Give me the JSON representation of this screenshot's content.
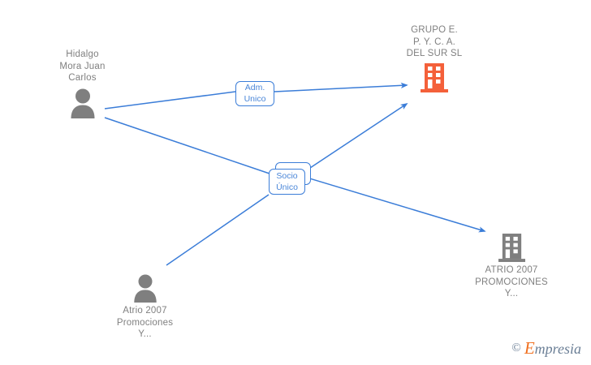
{
  "diagram": {
    "title_company": "GRUPO E.\nP. Y. C. A.\nDEL SUR SL",
    "nodes": [
      {
        "id": "person-hidalgo",
        "label": "Hidalgo\nMora Juan\nCarlos",
        "icon": "person-icon",
        "icon_color": "#7f7f7f",
        "label_position": "top"
      },
      {
        "id": "company-grupo",
        "label": "GRUPO E.\nP. Y. C. A.\nDEL SUR SL",
        "icon": "building-icon",
        "icon_color": "#f4603a",
        "label_position": "top"
      },
      {
        "id": "person-atrio",
        "label": "Atrio 2007\nPromociones\nY...",
        "icon": "person-icon",
        "icon_color": "#7f7f7f",
        "label_position": "bottom"
      },
      {
        "id": "company-atrio",
        "label": "ATRIO 2007\nPROMOCIONES\nY...",
        "icon": "building-icon",
        "icon_color": "#7f7f7f",
        "label_position": "bottom"
      }
    ],
    "edge_labels": [
      {
        "id": "adm-unico",
        "text": "Adm.\nUnico"
      },
      {
        "id": "socio-back",
        "text": "Socio"
      },
      {
        "id": "socio-unico",
        "text": "Socio\nÚnico"
      }
    ],
    "edges": [
      {
        "from": "person-hidalgo",
        "to": "company-grupo",
        "label": "Adm. Unico"
      },
      {
        "from": "person-hidalgo",
        "to": "company-atrio",
        "label": "Socio Único"
      },
      {
        "from": "person-atrio",
        "to": "company-grupo",
        "label": "Socio"
      }
    ],
    "colors": {
      "edge": "#3b7dd8",
      "label_border": "#3b7dd8",
      "label_text": "#4a86d8",
      "node_text": "#808080",
      "company_accent": "#f4603a",
      "neutral": "#7f7f7f",
      "background": "#ffffff"
    }
  },
  "watermark": {
    "copyright": "©",
    "brand_initial": "E",
    "brand_rest": "mpresia"
  }
}
